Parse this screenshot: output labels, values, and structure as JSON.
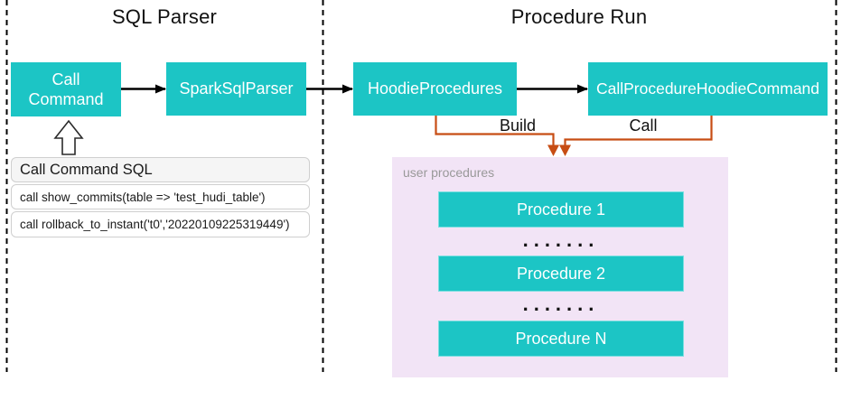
{
  "diagram": {
    "sections": [
      {
        "title": "SQL Parser"
      },
      {
        "title": "Procedure Run"
      }
    ],
    "nodes": {
      "call_command": {
        "label": "Call Command"
      },
      "spark_sql_parser": {
        "label": "SparkSqlParser"
      },
      "hoodie_procedures": {
        "label": "HoodieProcedures"
      },
      "call_procedure_hoodie_command": {
        "label": "CallProcedureHoodieCommand"
      }
    },
    "edge_labels": {
      "build": "Build",
      "call": "Call"
    },
    "sql_panel": {
      "title": "Call Command SQL",
      "rows": [
        "call show_commits(table => 'test_hudi_table')",
        "call rollback_to_instant('t0','20220109225319449')"
      ]
    },
    "user_procedures": {
      "label": "user procedures",
      "items": [
        "Procedure 1",
        "Procedure 2",
        "Procedure N"
      ],
      "ellipsis": "......."
    },
    "colors": {
      "node_fill": "#1cc5c5",
      "node_text": "#ffffff",
      "panel_fill": "#f2e4f6",
      "orange_edge": "#c74d14",
      "black_edge": "#000000",
      "muted_text": "#999999",
      "sql_header_fill": "#f5f5f5"
    }
  }
}
